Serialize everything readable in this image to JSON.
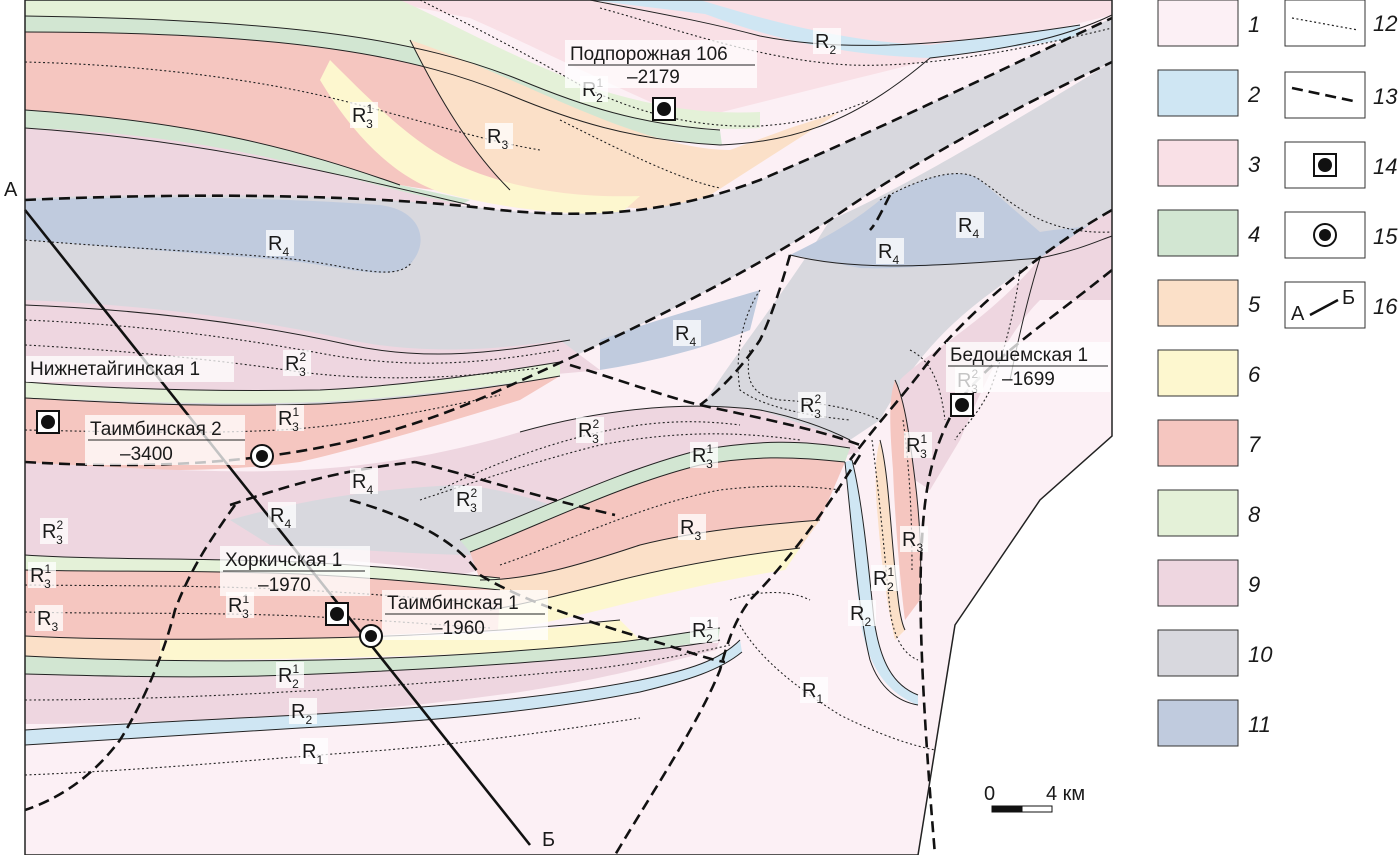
{
  "colors": {
    "u1": "#fcf0f5",
    "u2": "#cfe6f3",
    "u3": "#f9e0e6",
    "u4": "#d2e6d2",
    "u5": "#fbe0c8",
    "u6": "#fdf7cf",
    "u7": "#f5c6c0",
    "u8": "#e4f1d8",
    "u9": "#eed6e0",
    "u10": "#d8d8de",
    "u11": "#c0cbde"
  },
  "legend": {
    "items": [
      {
        "num": "1",
        "color": "#fcf0f5"
      },
      {
        "num": "2",
        "color": "#cfe6f3"
      },
      {
        "num": "3",
        "color": "#f9e0e6"
      },
      {
        "num": "4",
        "color": "#d2e6d2"
      },
      {
        "num": "5",
        "color": "#fbe0c8"
      },
      {
        "num": "6",
        "color": "#fdf7cf"
      },
      {
        "num": "7",
        "color": "#f5c6c0"
      },
      {
        "num": "8",
        "color": "#e4f1d8"
      },
      {
        "num": "9",
        "color": "#eed6e0"
      },
      {
        "num": "10",
        "color": "#d8d8de"
      },
      {
        "num": "11",
        "color": "#c0cbde"
      }
    ],
    "symbols": [
      {
        "num": "12",
        "symbol": "dotted-line"
      },
      {
        "num": "13",
        "symbol": "dashed-line"
      },
      {
        "num": "14",
        "symbol": "well-square-icon"
      },
      {
        "num": "15",
        "symbol": "well-circle-icon"
      },
      {
        "num": "16",
        "symbol": "profile-line",
        "a": "А",
        "b": "Б"
      }
    ]
  },
  "profile": {
    "start": "А",
    "end": "Б"
  },
  "wells": {
    "podporozhnaya": {
      "name": "Подпорожная 106",
      "depth": "–2179"
    },
    "nizhnetaiginskaya": {
      "name": "Нижнетайгинская 1"
    },
    "taimbinskaya2": {
      "name": "Таимбинская 2",
      "depth": "–3400"
    },
    "khorkichskaya": {
      "name": "Хоркичская 1",
      "depth": "–1970"
    },
    "taimbinskaya1": {
      "name": "Таимбинская 1",
      "depth": "–1960"
    },
    "bedoshemskaya": {
      "name": "Бедошемская 1",
      "depth": "–1699"
    }
  },
  "unit_labels": [
    {
      "id": "r2-top",
      "base": "R",
      "sub": "2",
      "sup": ""
    },
    {
      "id": "r2-1-podp",
      "base": "R",
      "sub": "2",
      "sup": "1"
    },
    {
      "id": "r3-1-top",
      "base": "R",
      "sub": "3",
      "sup": "1"
    },
    {
      "id": "r3-top",
      "base": "R",
      "sub": "3",
      "sup": ""
    },
    {
      "id": "r4-left",
      "base": "R",
      "sub": "4",
      "sup": ""
    },
    {
      "id": "r4-right",
      "base": "R",
      "sub": "4",
      "sup": ""
    },
    {
      "id": "r4-mid",
      "base": "R",
      "sub": "4",
      "sup": ""
    },
    {
      "id": "r4-center",
      "base": "R",
      "sub": "4",
      "sup": ""
    },
    {
      "id": "r3-2-left",
      "base": "R",
      "sub": "3",
      "sup": "2"
    },
    {
      "id": "r3-1-left",
      "base": "R",
      "sub": "3",
      "sup": "1"
    },
    {
      "id": "r3-2-center",
      "base": "R",
      "sub": "3",
      "sup": "2"
    },
    {
      "id": "r3-2-right",
      "base": "R",
      "sub": "3",
      "sup": "2"
    },
    {
      "id": "r3-2-bedo",
      "base": "R",
      "sub": "3",
      "sup": "2"
    },
    {
      "id": "r3-1-center",
      "base": "R",
      "sub": "3",
      "sup": "1"
    },
    {
      "id": "r3-1-east",
      "base": "R",
      "sub": "3",
      "sup": "1"
    },
    {
      "id": "r4-lower",
      "base": "R",
      "sub": "4",
      "sup": ""
    },
    {
      "id": "r4-lower2",
      "base": "R",
      "sub": "4",
      "sup": ""
    },
    {
      "id": "r3-2-lower",
      "base": "R",
      "sub": "3",
      "sup": "2"
    },
    {
      "id": "r3-center",
      "base": "R",
      "sub": "3",
      "sup": ""
    },
    {
      "id": "r3-east",
      "base": "R",
      "sub": "3",
      "sup": ""
    },
    {
      "id": "r3-2-sw",
      "base": "R",
      "sub": "3",
      "sup": "2"
    },
    {
      "id": "r3-1-sw",
      "base": "R",
      "sub": "3",
      "sup": "1"
    },
    {
      "id": "r3-sw",
      "base": "R",
      "sub": "3",
      "sup": ""
    },
    {
      "id": "r3-1-khork",
      "base": "R",
      "sub": "3",
      "sup": "1"
    },
    {
      "id": "r2-1-east",
      "base": "R",
      "sub": "2",
      "sup": "1"
    },
    {
      "id": "r2-1-se",
      "base": "R",
      "sub": "2",
      "sup": "1"
    },
    {
      "id": "r2-east",
      "base": "R",
      "sub": "2",
      "sup": ""
    },
    {
      "id": "r2-1-south",
      "base": "R",
      "sub": "2",
      "sup": "1"
    },
    {
      "id": "r2-south",
      "base": "R",
      "sub": "2",
      "sup": ""
    },
    {
      "id": "r1-south",
      "base": "R",
      "sub": "1",
      "sup": ""
    },
    {
      "id": "r1-east",
      "base": "R",
      "sub": "1",
      "sup": ""
    }
  ],
  "scale": {
    "zero": "0",
    "value": "4 км"
  }
}
